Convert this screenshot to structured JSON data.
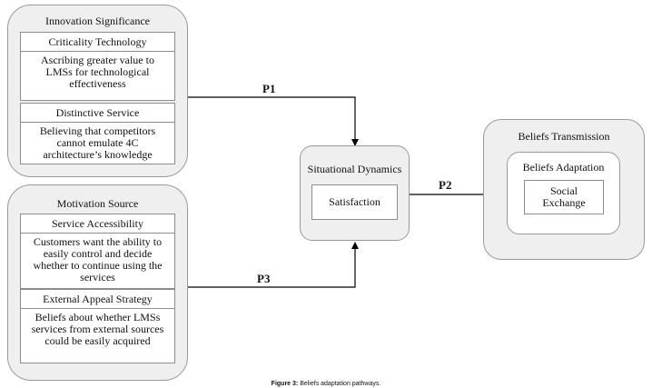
{
  "innovation_significance": {
    "title": "Innovation Significance",
    "criticality": {
      "heading": "Criticality Technology",
      "text": "Ascribing greater value to LMSs for technological effectiveness"
    },
    "distinctive": {
      "heading": "Distinctive Service",
      "text": "Believing that competitors cannot emulate 4C architecture’s knowledge"
    }
  },
  "motivation_source": {
    "title": "Motivation Source",
    "accessibility": {
      "heading": "Service Accessibility",
      "text": "Customers want the ability to easily control and decide whether to continue using the services"
    },
    "external": {
      "heading": "External Appeal Strategy",
      "text": "Beliefs about whether LMSs services from external sources could be easily acquired"
    }
  },
  "situational_dynamics": {
    "title": "Situational Dynamics",
    "satisfaction": "Satisfaction"
  },
  "beliefs_transmission": {
    "title": "Beliefs Transmission",
    "adaptation": {
      "title": "Beliefs Adaptation",
      "social_exchange": "Social Exchange"
    }
  },
  "paths": {
    "p1": "P1",
    "p2": "P2",
    "p3": "P3"
  },
  "caption": {
    "label": "Figure 3:",
    "text": "Beliefs adaptation pathways."
  },
  "colors": {
    "group_fill": "#efefef",
    "border": "#8c8c8c",
    "arrow": "#000000"
  }
}
